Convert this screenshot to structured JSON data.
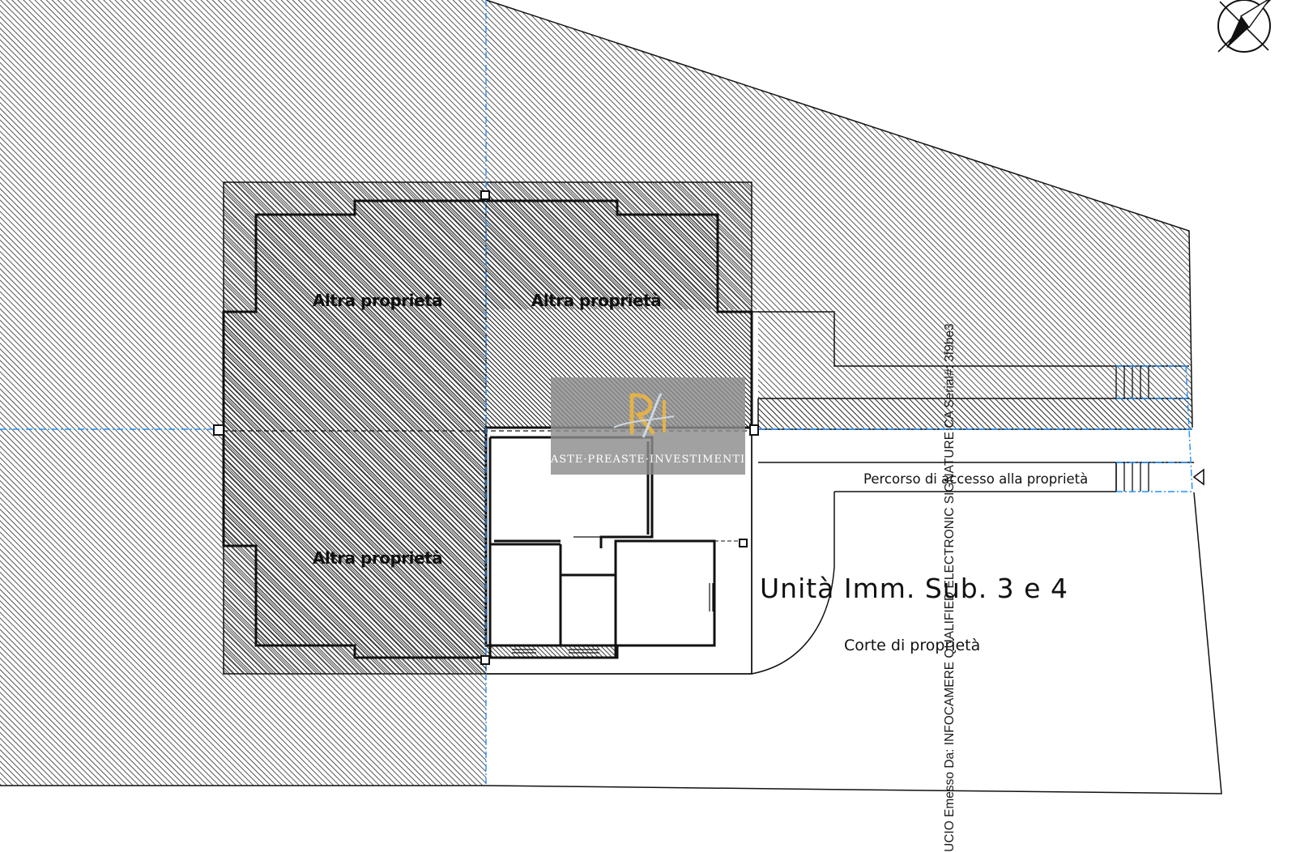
{
  "labels": {
    "altra_nw": "Altra proprietà",
    "altra_ne": "Altra proprietà",
    "altra_sw": "Altra proprietà",
    "percorso": "Percorso di accesso alla proprietà",
    "unita": "Unità Imm. Sub. 3 e 4",
    "corte": "Corte di proprietà"
  },
  "signature": "UCIO Emesso Da: INFOCAMERE QUALIFIED ELECTRONIC SIGNATURE CA Serial#: 3f9be3",
  "watermark": {
    "text": "ASTE·PREASTE·INVESTIMENTI"
  },
  "icons": {
    "north": "compass-north-arrow-icon",
    "entry": "entrance-triangle-icon"
  },
  "colors": {
    "lines": "#111111",
    "hatch": "#2b2b2b",
    "cadastral": "#1e90ff",
    "watermark_box": "#8c8c8c",
    "watermark_logo": "#e2b24a"
  }
}
